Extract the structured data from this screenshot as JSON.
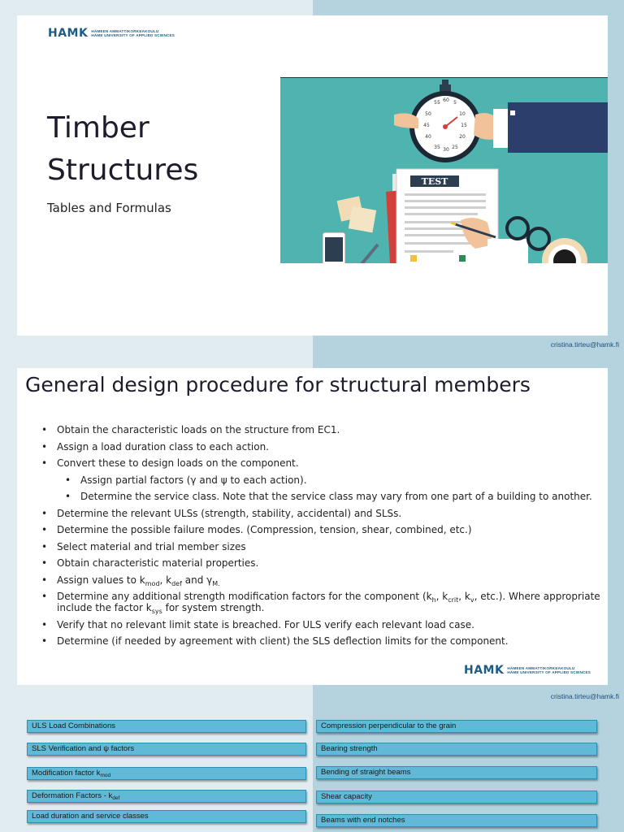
{
  "slide1": {
    "logo_mark": "HAMK",
    "logo_line1": "HÄMEEN AMMATTIKORKEAKOULU",
    "logo_line2": "HÄME UNIVERSITY OF APPLIED SCIENCES",
    "title_line1": "Timber",
    "title_line2": "Structures",
    "subtitle": "Tables and Formulas",
    "illustration_label": "TEST",
    "stopwatch_numbers": [
      "55",
      "60",
      "5",
      "50",
      "10",
      "45",
      "15",
      "40",
      "20",
      "35",
      "30",
      "25"
    ],
    "email": "cristina.tirteu@hamk.fi"
  },
  "slide2": {
    "title": "General design procedure for structural members",
    "bullets": [
      "Obtain the characteristic loads on the structure from EC1.",
      "Assign a load duration class to each action.",
      "Convert these to design loads on the component.",
      "Assign partial factors (γ and ψ to each action).",
      "Determine the service class. Note that the service class may vary from one part of a building to another.",
      "Determine the relevant ULSs (strength, stability, accidental) and SLSs.",
      "Determine the possible failure modes. (Compression, tension, shear, combined, etc.)",
      "Select material and trial member sizes",
      "Obtain characteristic material properties."
    ],
    "b10": {
      "pre": "Assign values to k",
      "sub1": "mod",
      "mid1": ", k",
      "sub2": "def",
      "mid2": " and γ",
      "sub3": "M."
    },
    "b11": {
      "pre": "Determine any additional strength modification factors for the component (k",
      "sub1": "h",
      "mid1": ", k",
      "sub2": "crit",
      "mid2": ", k",
      "sub3": "v",
      "mid3": ", etc.). Where appropriate include the factor k",
      "sub4": "sys",
      "post": " for system strength."
    },
    "b12": "Verify that no relevant limit state is breached. For ULS verify each relevant load case.",
    "b13": "Determine (if needed by agreement with client) the SLS deflection limits for the component.",
    "logo_mark": "HAMK",
    "logo_line1": "HÄMEEN AMMATTIKORKEAKOULU",
    "logo_line2": "HÄME UNIVERSITY OF APPLIED SCIENCES",
    "email": "cristina.tirteu@hamk.fi"
  },
  "slide3": {
    "left_buttons": {
      "uls": "ULS Load Combinations",
      "sls": "SLS Verification and ψ factors",
      "kmod_pre": "Modification factor k",
      "kmod_sub": "mod",
      "kdef_pre": "Deformation Factors - k",
      "kdef_sub": "def",
      "ldc": "Load duration and service classes"
    },
    "right_buttons": [
      "Compression perpendicular to the grain",
      "Bearing strength",
      "Bending of straight beams",
      "Shear capacity",
      "Beams with end notches"
    ]
  },
  "colors": {
    "button_fill": "#5fb9d7",
    "illustration_bg": "#4fb3b0",
    "brand": "#1f5c84"
  }
}
